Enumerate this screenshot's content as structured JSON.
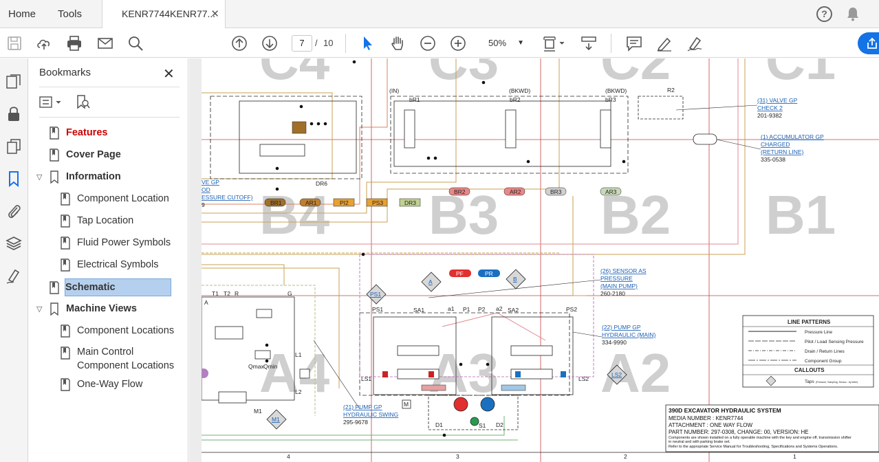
{
  "tabs": {
    "home": "Home",
    "tools": "Tools",
    "document": "KENR7744KENR77...",
    "close": "✕"
  },
  "toolbar": {
    "page_current": "7",
    "page_separator": "/",
    "page_total": "10",
    "zoom": "50%"
  },
  "bookmarks": {
    "title": "Bookmarks",
    "close": "✕",
    "items": [
      {
        "label": "Features",
        "level": 0,
        "style": "red-bold"
      },
      {
        "label": "Cover Page",
        "level": 0,
        "style": "bold"
      },
      {
        "label": "Information",
        "level": 0,
        "style": "bold",
        "expanded": true
      },
      {
        "label": "Component Location",
        "level": 1
      },
      {
        "label": "Tap Location",
        "level": 1
      },
      {
        "label": "Fluid Power Symbols",
        "level": 1
      },
      {
        "label": "Electrical Symbols",
        "level": 1
      },
      {
        "label": "Schematic",
        "level": 0,
        "style": "bold",
        "selected": true
      },
      {
        "label": "Machine Views",
        "level": 0,
        "style": "bold",
        "expanded": true
      },
      {
        "label": "Component Locations",
        "level": 1
      },
      {
        "label": "Main Control",
        "label2": "Component Locations",
        "level": 1
      },
      {
        "label": "One-Way Flow",
        "level": 1
      }
    ]
  },
  "schematic": {
    "zones": {
      "c4": "C4",
      "c3": "C3",
      "c2": "C2",
      "c1": "C1",
      "b4": "B4",
      "b3": "B3",
      "b2": "B2",
      "b1": "B1",
      "a4": "A4",
      "a3": "A3",
      "a2": "A2"
    },
    "callouts": {
      "valve_check": [
        "(31) VALVE GP",
        "CHECK 2",
        "201-9382"
      ],
      "accumulator": [
        "(1) ACCUMULATOR GP",
        "CHARGED",
        "(RETURN LINE)",
        "335-0538"
      ],
      "valve_cutoff": [
        "VE GP",
        "OD",
        "ESSURE CUTOFF)",
        "9"
      ],
      "sensor": [
        "(26) SENSOR AS",
        "PRESSURE",
        "(MAIN PUMP)",
        "260-2180"
      ],
      "pump_main": [
        "(22) PUMP GP",
        "HYDRAULIC (MAIN)",
        "334-9990"
      ],
      "pump_swing": [
        "(21) PUMP GP",
        "HYDRAULIC SWING",
        "295-9678"
      ]
    },
    "labels": {
      "in": "(IN)",
      "bkwd1": "(BKWD)",
      "bkwd2": "(BKWD)",
      "br1_top": "bR1",
      "br2_top": "bR2",
      "br3_top": "bR3",
      "r2": "R2",
      "dr6": "DR6",
      "t1": "T1",
      "t2": "T2",
      "r": "R",
      "g": "G",
      "a": "A",
      "l1": "L1",
      "l2": "L2",
      "qmax": "Qmax",
      "qmin": "Qmin",
      "m1": "M1",
      "ps1": "PS1",
      "sa1": "SA1",
      "a1": "a1",
      "p1": "P1",
      "p2": "P2",
      "a2": "a2",
      "sa2": "SA2",
      "ps2": "PS2",
      "ls1": "LS1",
      "ls2": "LS2",
      "d1": "D1",
      "d2": "D2",
      "s1": "S1",
      "m": "M"
    },
    "port_tags": [
      "BR1",
      "AR1",
      "PI2",
      "PS3",
      "DR3",
      "BR2",
      "AR2",
      "BR3",
      "AR3"
    ],
    "diamonds": {
      "a": "A",
      "b": "B",
      "ps1": "PS1",
      "ls2": "LS2",
      "m1": "M1"
    },
    "pressure_tags": {
      "pf": "PF",
      "pr": "PR"
    },
    "legend": {
      "title": "LINE PATTERNS",
      "rows": [
        "Pressure Line",
        "Pilot / Load Sensing Pressure",
        "Drain / Return Lines",
        "Component Group"
      ],
      "callouts_title": "CALLOUTS",
      "taps": "Taps",
      "taps_small": "(Pressure, Sampling, Sensor - by letter)"
    },
    "title_block": {
      "title": "390D EXCAVATOR HYDRAULIC SYSTEM",
      "media": "MEDIA NUMBER : KENR7744",
      "attachment": "ATTACHMENT : ONE WAY FLOW",
      "part": "PART NUMBER: 297-0308, CHANGE: 00, VERSION: HE",
      "note1": "Components are shown installed on a fully operable machine with the key and engine off, transmission shifter",
      "note2": "in neutral and with parking brake set.",
      "note3": "Refer to the appropriate Service Manual for Troubleshooting, Specifications and Systems Operations."
    },
    "grid_numbers": [
      "4",
      "3",
      "2",
      "1"
    ]
  }
}
